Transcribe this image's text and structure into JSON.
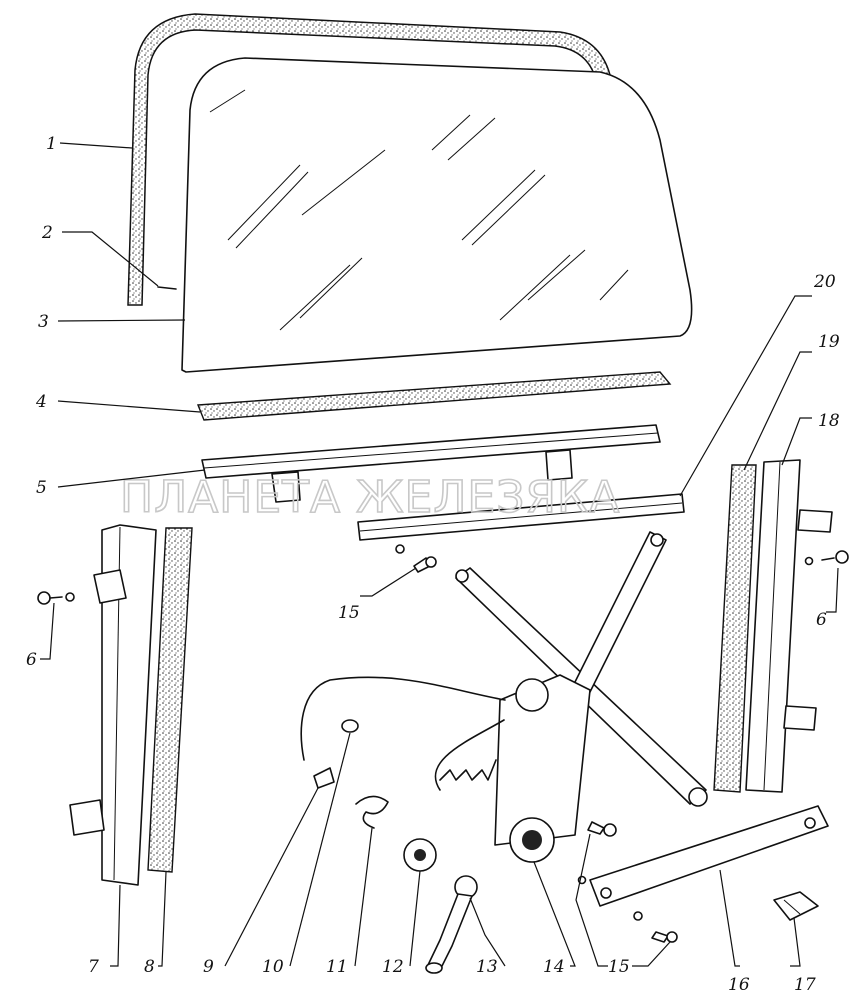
{
  "watermark": "ПЛАНЕТА ЖЕЛЕЗЯКА",
  "callouts": {
    "c1": "1",
    "c2": "2",
    "c3": "3",
    "c4": "4",
    "c5": "5",
    "c6a": "6",
    "c6b": "6",
    "c7": "7",
    "c8": "8",
    "c9": "9",
    "c10": "10",
    "c11": "11",
    "c12": "12",
    "c13": "13",
    "c14": "14",
    "c15a": "15",
    "c15b": "15",
    "c16": "16",
    "c17": "17",
    "c18": "18",
    "c19": "19",
    "c20": "20"
  }
}
